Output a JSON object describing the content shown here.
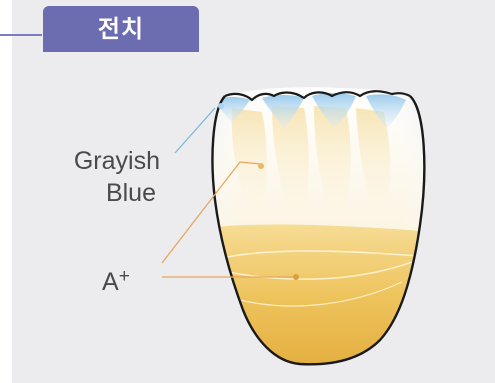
{
  "header": {
    "tab_label": "전치"
  },
  "labels": {
    "grayish": "Grayish",
    "blue": "Blue",
    "a_plus_base": "A",
    "a_plus_sup": "+"
  },
  "colors": {
    "tab_bg": "#6c6cb0",
    "panel_bg": "#ececef",
    "grayish_blue_leader": "#7db9e0",
    "a_plus_leader": "#e8a660",
    "enamel_yellow": "#f2cc6e",
    "incisal_blue": "#a9d2ef"
  }
}
